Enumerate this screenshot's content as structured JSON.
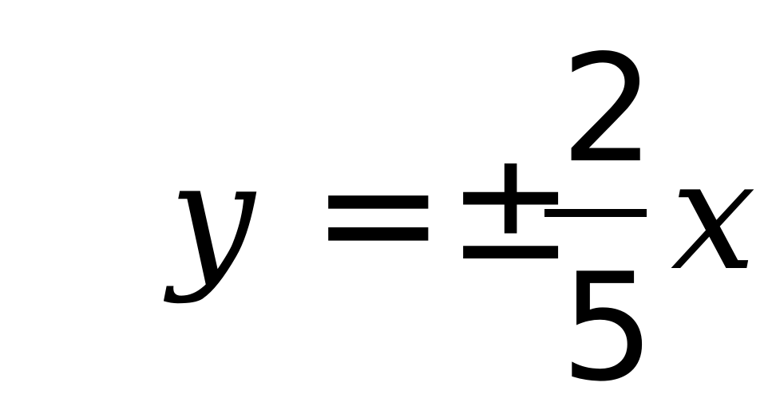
{
  "equation": {
    "lhs_variable": "y",
    "relation": "=",
    "sign": "±",
    "fraction": {
      "numerator": "2",
      "denominator": "5"
    },
    "rhs_variable": "x"
  }
}
